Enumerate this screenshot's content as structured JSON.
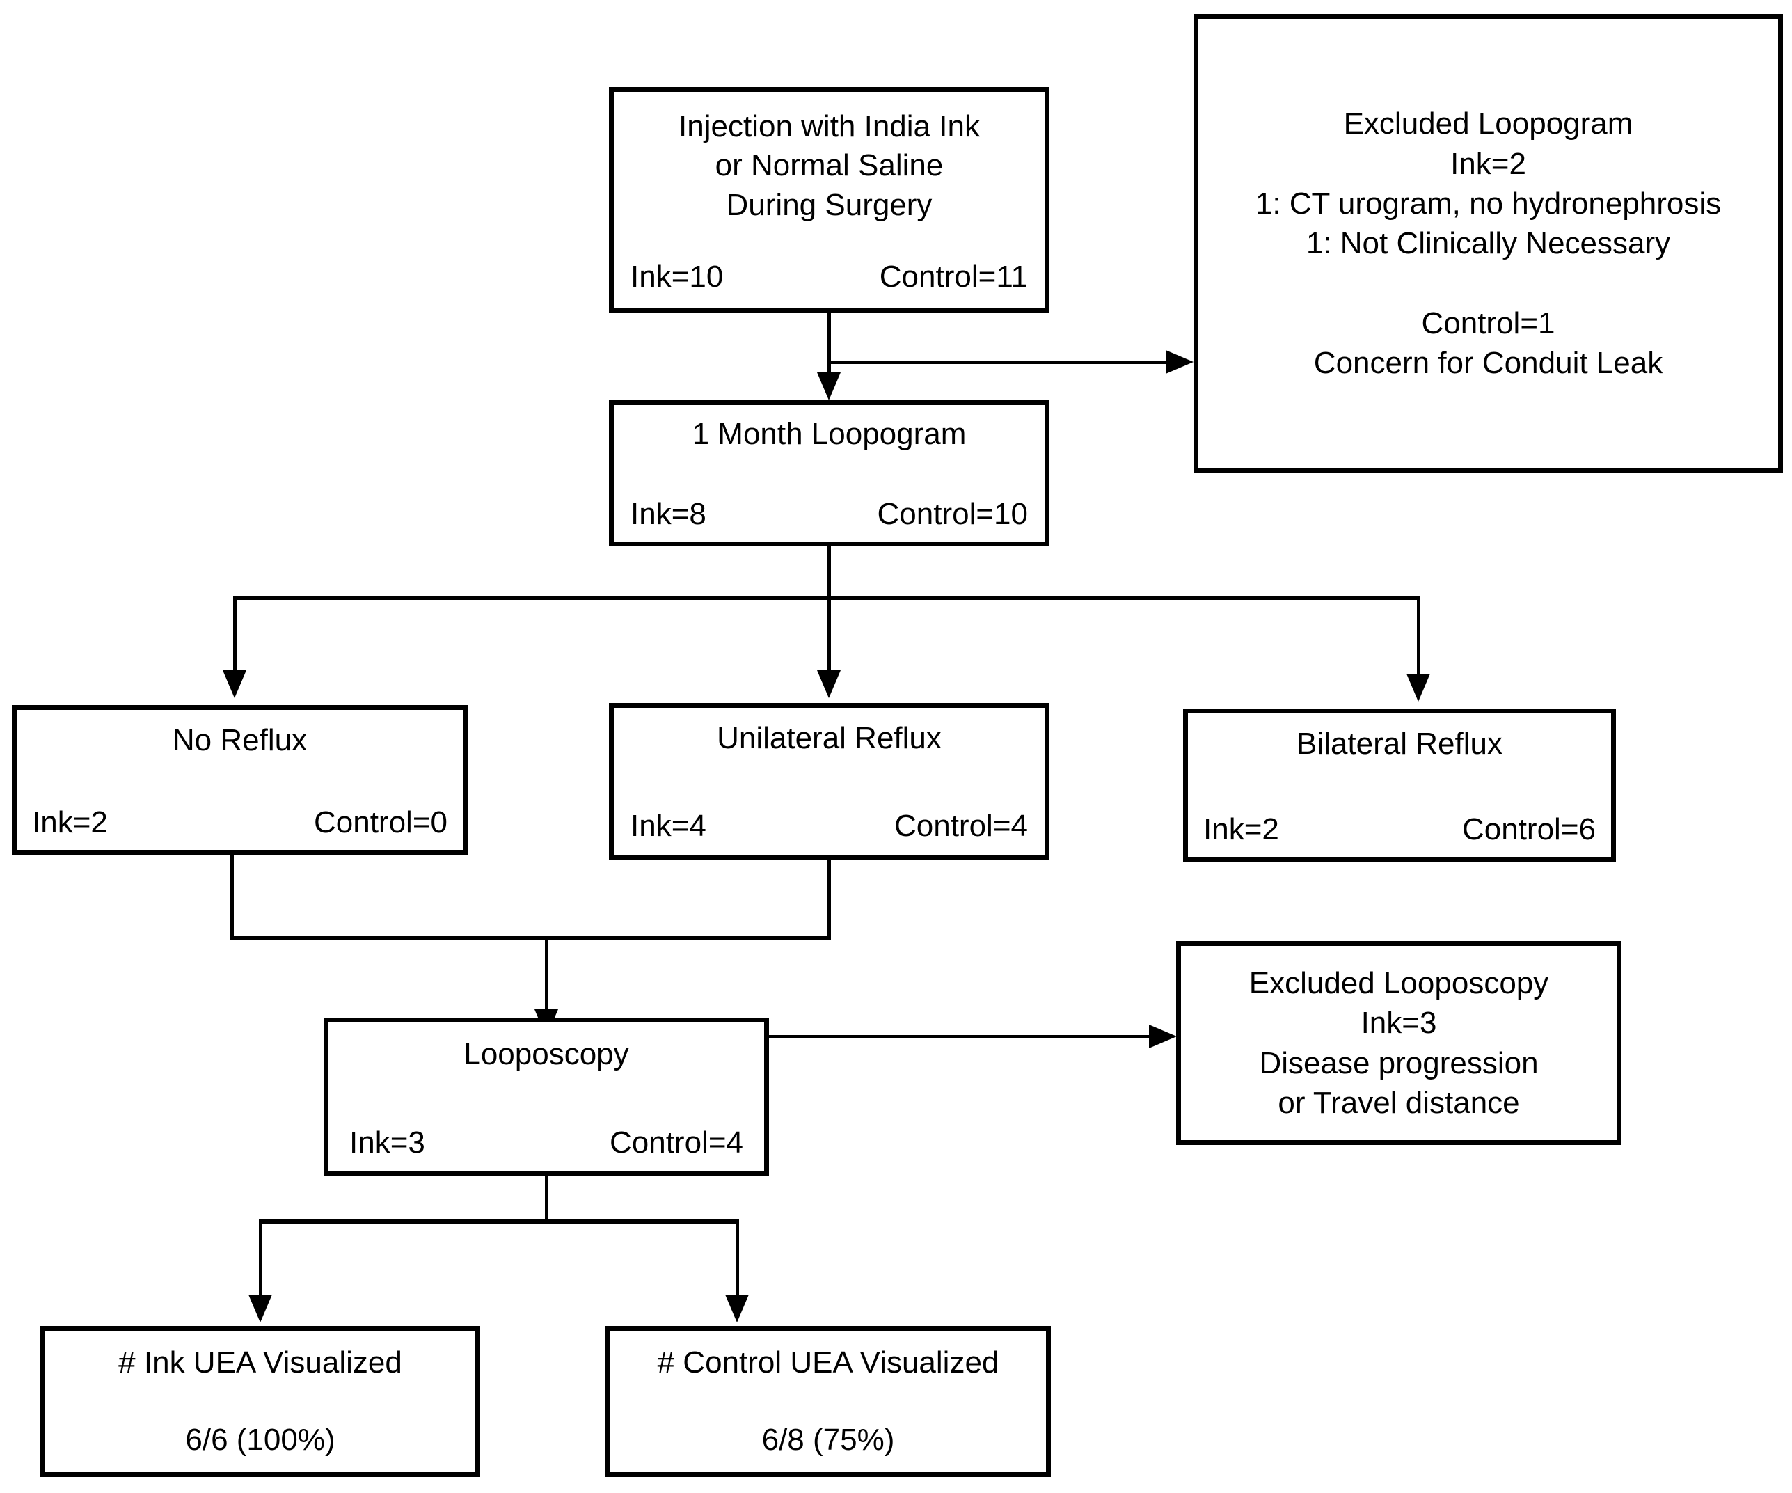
{
  "diagram": {
    "title": "Study flow diagram: India Ink vs Normal Saline injection during surgery",
    "line_color": "#000000",
    "box_fill": "#ffffff",
    "background": "#ffffff"
  },
  "nodes": {
    "injection": {
      "title": "Injection with India Ink\nor Normal Saline\nDuring Surgery",
      "ink": "Ink=10",
      "control": "Control=11"
    },
    "excluded_loopogram": {
      "heading": "Excluded Loopogram",
      "ink": "Ink=2",
      "reason1": "1: CT urogram, no hydronephrosis",
      "reason2": "1: Not Clinically Necessary",
      "control": "Control=1",
      "reason3": "Concern for Conduit Leak"
    },
    "loopogram": {
      "title": "1 Month Loopogram",
      "ink": "Ink=8",
      "control": "Control=10"
    },
    "no_reflux": {
      "title": "No Reflux",
      "ink": "Ink=2",
      "control": "Control=0"
    },
    "unilateral_reflux": {
      "title": "Unilateral Reflux",
      "ink": "Ink=4",
      "control": "Control=4"
    },
    "bilateral_reflux": {
      "title": "Bilateral Reflux",
      "ink": "Ink=2",
      "control": "Control=6"
    },
    "looposcopy": {
      "title": "Looposcopy",
      "ink": "Ink=3",
      "control": "Control=4"
    },
    "excluded_looposcopy": {
      "heading": "Excluded Looposcopy",
      "ink": "Ink=3",
      "reason1": "Disease progression",
      "reason2": "or Travel distance"
    },
    "ink_uea": {
      "title": "# Ink UEA Visualized",
      "result": "6/6 (100%)"
    },
    "control_uea": {
      "title": "# Control UEA Visualized",
      "result": "6/8 (75%)"
    }
  },
  "chart_data": {
    "type": "flowchart",
    "title": "Study flow: India Ink vs Normal Saline",
    "nodes": [
      {
        "id": "injection",
        "label": "Injection with India Ink or Normal Saline During Surgery",
        "ink": 10,
        "control": 11
      },
      {
        "id": "excluded_loopogram",
        "label": "Excluded Loopogram",
        "ink": 2,
        "control": 1,
        "reasons": [
          "1: CT urogram, no hydronephrosis",
          "1: Not Clinically Necessary",
          "Concern for Conduit Leak"
        ]
      },
      {
        "id": "loopogram",
        "label": "1 Month Loopogram",
        "ink": 8,
        "control": 10
      },
      {
        "id": "no_reflux",
        "label": "No Reflux",
        "ink": 2,
        "control": 0
      },
      {
        "id": "unilateral_reflux",
        "label": "Unilateral Reflux",
        "ink": 4,
        "control": 4
      },
      {
        "id": "bilateral_reflux",
        "label": "Bilateral Reflux",
        "ink": 2,
        "control": 6
      },
      {
        "id": "looposcopy",
        "label": "Looposcopy",
        "ink": 3,
        "control": 4
      },
      {
        "id": "excluded_looposcopy",
        "label": "Excluded Looposcopy",
        "ink": 3,
        "reasons": [
          "Disease progression",
          "or Travel distance"
        ]
      },
      {
        "id": "ink_uea",
        "label": "# Ink UEA Visualized",
        "value": "6/6 (100%)",
        "numerator": 6,
        "denominator": 6,
        "percent": 100
      },
      {
        "id": "control_uea",
        "label": "# Control UEA Visualized",
        "value": "6/8 (75%)",
        "numerator": 6,
        "denominator": 8,
        "percent": 75
      }
    ],
    "edges": [
      {
        "from": "injection",
        "to": "loopogram"
      },
      {
        "from": "injection",
        "to": "excluded_loopogram"
      },
      {
        "from": "loopogram",
        "to": "no_reflux"
      },
      {
        "from": "loopogram",
        "to": "unilateral_reflux"
      },
      {
        "from": "loopogram",
        "to": "bilateral_reflux"
      },
      {
        "from": "no_reflux",
        "to": "looposcopy"
      },
      {
        "from": "unilateral_reflux",
        "to": "looposcopy"
      },
      {
        "from": "looposcopy",
        "to": "excluded_looposcopy"
      },
      {
        "from": "looposcopy",
        "to": "ink_uea"
      },
      {
        "from": "looposcopy",
        "to": "control_uea"
      }
    ]
  }
}
